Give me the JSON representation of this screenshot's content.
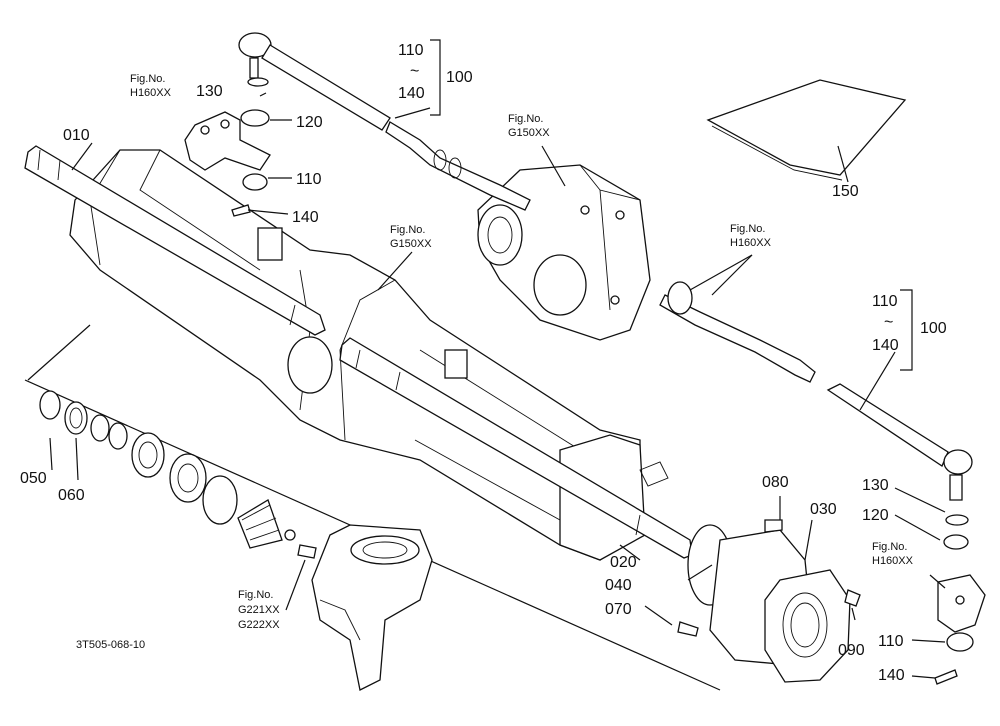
{
  "figure_code": "3T505-068-10",
  "fig_prefix": "Fig.No.",
  "refs": {
    "h160_top": "H160XX",
    "g150_top": "G150XX",
    "g150_mid": "G150XX",
    "h160_mid": "H160XX",
    "h160_bottom": "H160XX",
    "g221": "G221XX",
    "g222": "G222XX"
  },
  "parts": {
    "p010": "010",
    "p020": "020",
    "p030": "030",
    "p040": "040",
    "p050": "050",
    "p060": "060",
    "p070": "070",
    "p080": "080",
    "p090": "090",
    "p100a": "100",
    "p100b": "100",
    "p110a": "110",
    "p110b": "110",
    "p110c": "110",
    "p110d": "110",
    "p120a": "120",
    "p120b": "120",
    "p130a": "130",
    "p130b": "130",
    "p140a": "140",
    "p140b": "140",
    "p140c": "140",
    "p140d": "140",
    "p150": "150",
    "tilde": "~"
  }
}
